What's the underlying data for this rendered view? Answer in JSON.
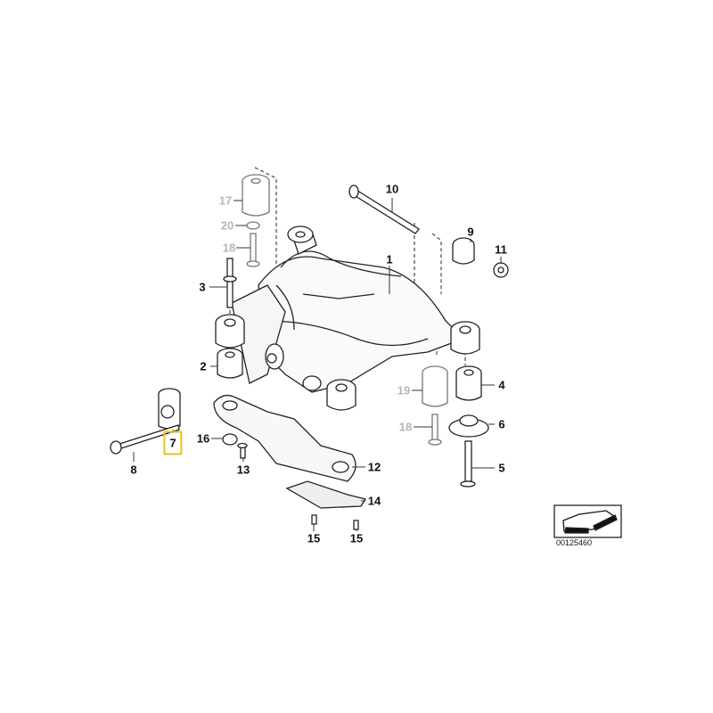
{
  "diagram": {
    "reference_number": "00125460",
    "highlight_color": "#e8c21a",
    "highlighted_part": "7",
    "callouts": [
      {
        "id": "c10",
        "label": "10",
        "faded": false
      },
      {
        "id": "c1",
        "label": "1",
        "faded": false
      },
      {
        "id": "c9",
        "label": "9",
        "faded": false
      },
      {
        "id": "c11",
        "label": "11",
        "faded": false
      },
      {
        "id": "c17",
        "label": "17",
        "faded": true
      },
      {
        "id": "c20",
        "label": "20",
        "faded": true
      },
      {
        "id": "c18a",
        "label": "18",
        "faded": true
      },
      {
        "id": "c3",
        "label": "3",
        "faded": false
      },
      {
        "id": "c2",
        "label": "2",
        "faded": false
      },
      {
        "id": "c4",
        "label": "4",
        "faded": false
      },
      {
        "id": "c19",
        "label": "19",
        "faded": true
      },
      {
        "id": "c6",
        "label": "6",
        "faded": false
      },
      {
        "id": "c18b",
        "label": "18",
        "faded": true
      },
      {
        "id": "c5",
        "label": "5",
        "faded": false
      },
      {
        "id": "c16",
        "label": "16",
        "faded": false
      },
      {
        "id": "c7",
        "label": "7",
        "faded": false
      },
      {
        "id": "c8",
        "label": "8",
        "faded": false
      },
      {
        "id": "c13",
        "label": "13",
        "faded": false
      },
      {
        "id": "c12",
        "label": "12",
        "faded": false
      },
      {
        "id": "c14",
        "label": "14",
        "faded": false
      },
      {
        "id": "c15a",
        "label": "15",
        "faded": false
      },
      {
        "id": "c15b",
        "label": "15",
        "faded": false
      }
    ]
  }
}
